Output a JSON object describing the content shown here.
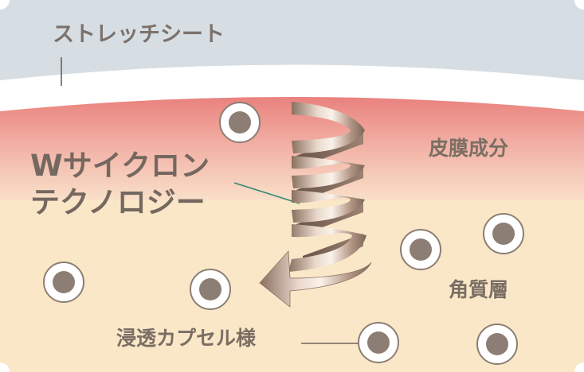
{
  "labels": {
    "stretch_sheet": "ストレッチシート",
    "dermis_ingredient": "皮膜成分",
    "technology_line1": "Wサイクロン",
    "technology_line2": "テクノロジー",
    "horny_layer": "角質層",
    "penetrating_capsule": "浸透カプセル様"
  },
  "colors": {
    "sheet_layer": "#d6dee4",
    "membrane_layer_top": "#eb8f8a",
    "membrane_layer_bottom": "#f8e2cc",
    "horny_layer": "#fae7c7",
    "capsule_core": "#8c7e74",
    "label_text": "#7a6e64",
    "pointer_line": "#2f8a74"
  },
  "icons": {
    "capsule": "circle-dot-icon",
    "cyclone": "spiral-arrow-icon"
  }
}
